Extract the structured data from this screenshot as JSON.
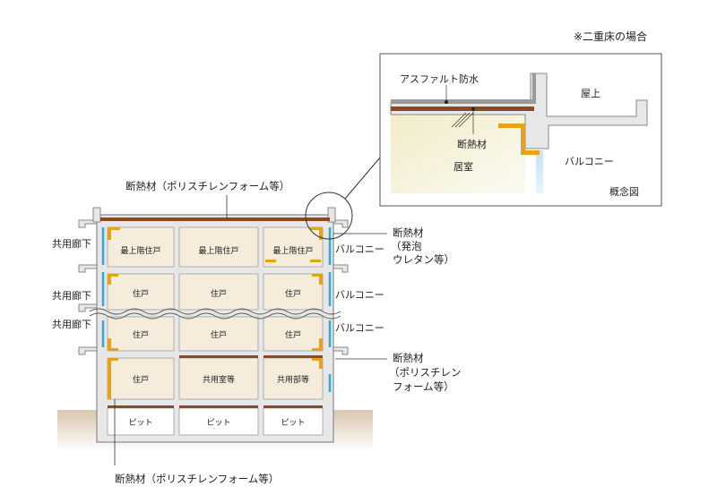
{
  "note_double_floor": "※二重床の場合",
  "detail": {
    "asphalt_waterproof": "アスファルト防水",
    "rooftop": "屋上",
    "insulation": "断熱材",
    "living_room": "居室",
    "balcony": "バルコニー",
    "concept_label": "概念図"
  },
  "labels": {
    "top_insulation": "断熱材（ポリスチレンフォーム等）",
    "bottom_insulation": "断熱材（ポリスチレンフォーム等）",
    "right_insulation_foam": [
      "断熱材",
      "（発泡",
      "ウレタン等）"
    ],
    "right_insulation_poly": [
      "断熱材",
      "（ポリスチレン",
      "フォーム等）"
    ],
    "corridor": [
      "共用廊下",
      "共用廊下",
      "共用廊下"
    ],
    "balcony": [
      "バルコニー",
      "バルコニー",
      "バルコニー"
    ]
  },
  "rooms": {
    "row1": [
      "最上階住戸",
      "最上階住戸",
      "最上階住戸"
    ],
    "row2": [
      "住戸",
      "住戸",
      "住戸"
    ],
    "row3": [
      "住戸",
      "住戸",
      "住戸"
    ],
    "row4": [
      "住戸",
      "共用室等",
      "共用部等"
    ],
    "pit": [
      "ピット",
      "ピット",
      "ピット"
    ]
  },
  "colors": {
    "concrete": "#e6e6e6",
    "concrete_edge": "#8a8a8a",
    "room": "#f5ecdc",
    "insulation_orange": "#e8a21a",
    "insulation_brown": "#8b4a22",
    "glass_blue": "#3aa6d8",
    "ground": "#d9c9b3"
  }
}
